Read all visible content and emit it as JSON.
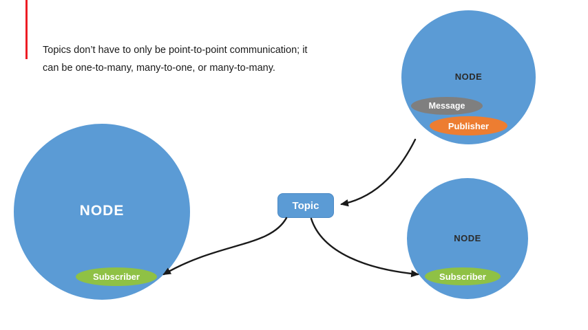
{
  "caption": {
    "line1": "Topics don’t have to only be point-to-point communication; it",
    "line2": "can be one-to-many, many-to-one, or many-to-many."
  },
  "topic": {
    "label": "Topic"
  },
  "nodes": {
    "left": {
      "label": "NODE",
      "subscriber": "Subscriber"
    },
    "top_right": {
      "label": "NODE",
      "message": "Message",
      "publisher": "Publisher"
    },
    "bottom_right": {
      "label": "NODE",
      "subscriber": "Subscriber"
    }
  },
  "colors": {
    "node_blue": "#5b9bd5",
    "topic_blue": "#5b9bd5",
    "subscriber_green": "#8fc145",
    "publisher_orange": "#ed7d31",
    "message_gray": "#7f7f7f",
    "arrow_black": "#1a1a1a",
    "accent_red": "#ed1c24",
    "text_dark": "#1a1a1a"
  }
}
